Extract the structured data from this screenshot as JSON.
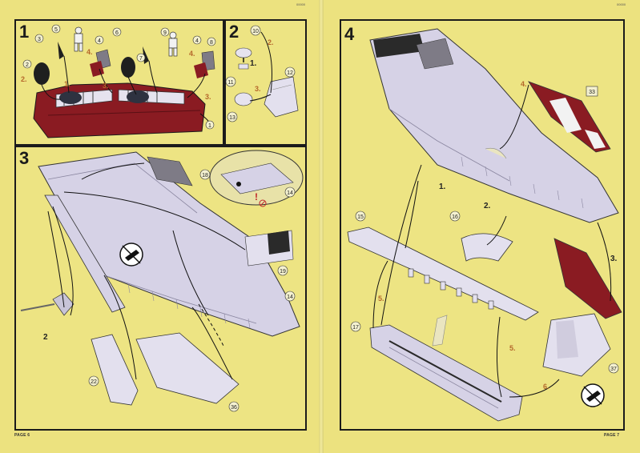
{
  "page": {
    "left_header": "00000",
    "right_header": "00000",
    "left_footer": "PAGE 6",
    "right_footer": "PAGE 7"
  },
  "steps": {
    "step1": {
      "number": "1",
      "callouts": [
        "3",
        "5",
        "6",
        "4",
        "2",
        "7",
        "9",
        "8",
        "4",
        "1"
      ],
      "substeps": [
        "2.",
        "1.",
        "4.",
        "3.",
        "4.",
        "3."
      ]
    },
    "step2": {
      "number": "2",
      "callouts": [
        "10",
        "11",
        "12",
        "13"
      ],
      "substeps": [
        "2.",
        "1.",
        "3."
      ]
    },
    "step3": {
      "number": "3",
      "callouts": [
        "18",
        "14",
        "19",
        "14",
        "22",
        "36"
      ],
      "substeps": [
        "2"
      ]
    },
    "step4": {
      "number": "4",
      "callouts": [
        "33",
        "15",
        "16",
        "17",
        "37"
      ],
      "substeps": [
        "4.",
        "1.",
        "2.",
        "3.",
        "5.",
        "5.",
        "6."
      ]
    }
  },
  "colors": {
    "paper": "#ece27f",
    "part_grey": "#d6d2e6",
    "part_red": "#8a1b22",
    "line": "#1b1b1b"
  },
  "icons": [
    "glue-icon",
    "glue-icon",
    "warning-icon"
  ]
}
